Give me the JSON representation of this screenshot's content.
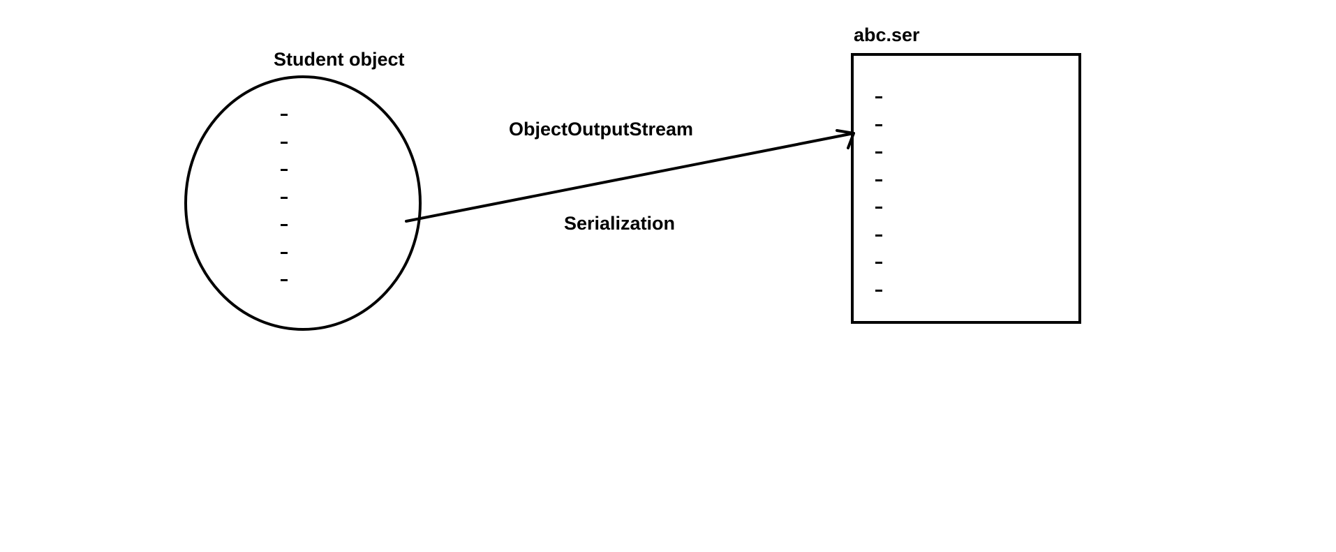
{
  "object_label": "Student object",
  "file_label": "abc.ser",
  "arrow_label_top": "ObjectOutputStream",
  "arrow_label_bottom": "Serialization",
  "object_field_count": 7,
  "file_field_count": 8,
  "colors": {
    "stroke": "#000000",
    "background": "#ffffff"
  }
}
